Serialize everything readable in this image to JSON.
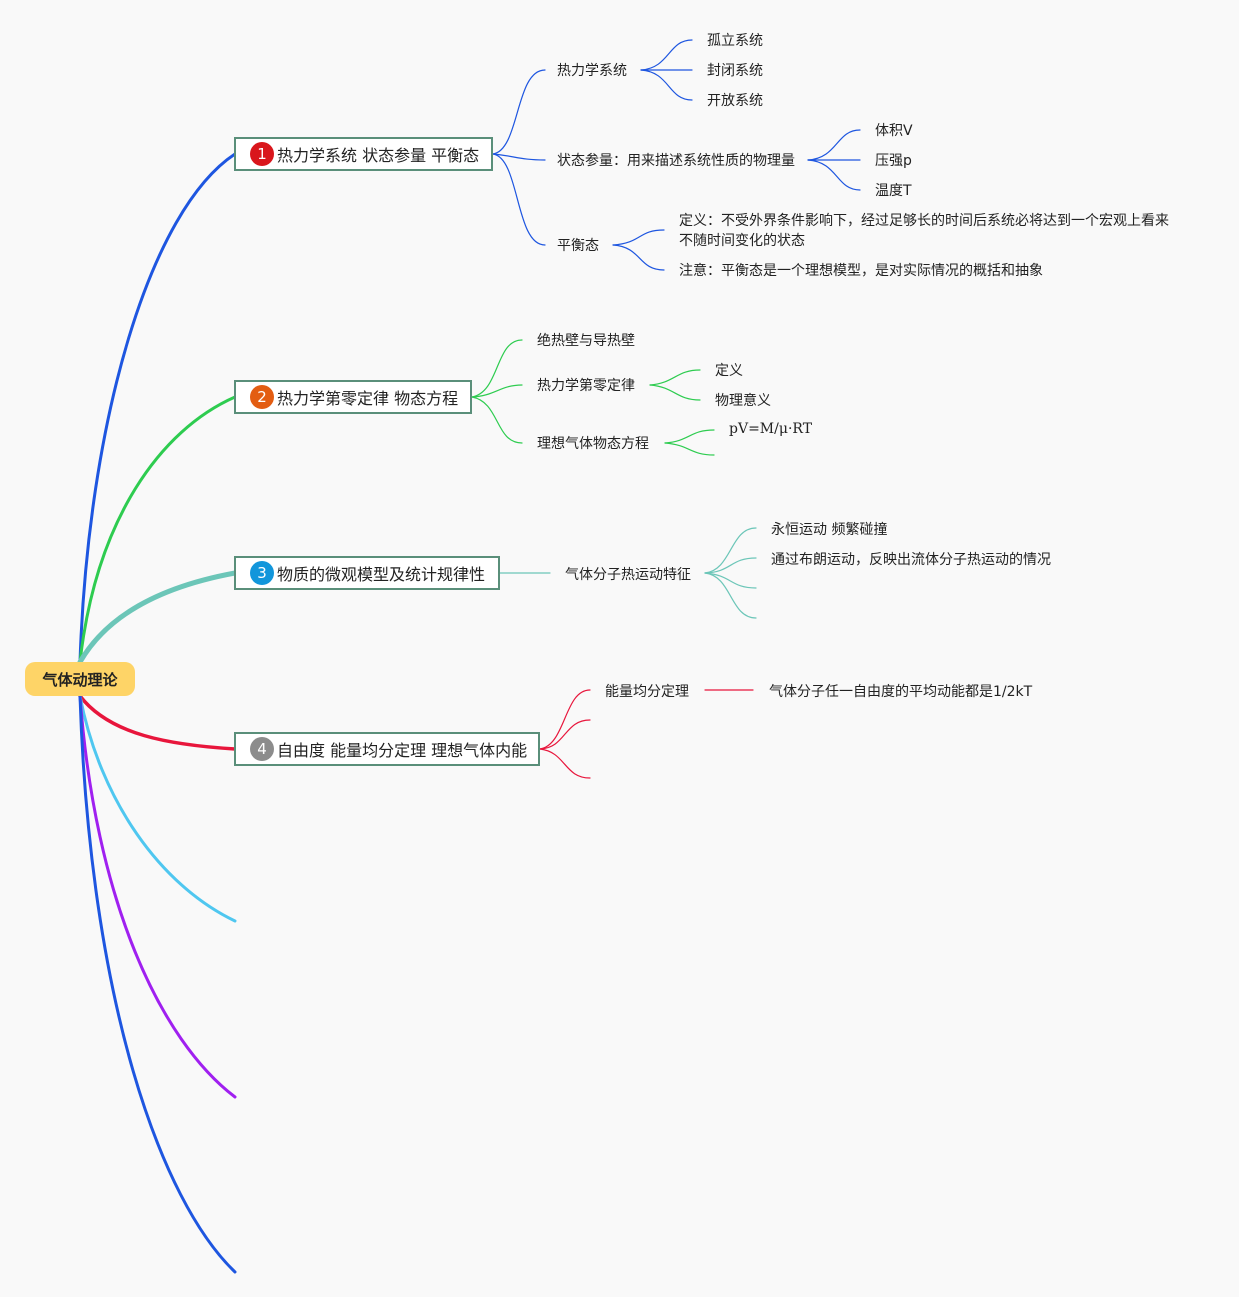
{
  "root": {
    "label": "气体动理论"
  },
  "colors": {
    "branch1": "#1e56e0",
    "branch2": "#2ecc50",
    "branch3": "#6cc6b8",
    "branch4": "#e8163c",
    "branch5": "#4fc7f0",
    "branch6": "#a020f0",
    "branch7": "#1e56e0",
    "badge1": "#d9161c",
    "badge2": "#e35d12",
    "badge3": "#1296db",
    "badge4": "#8c8c8c"
  },
  "topics": [
    {
      "badge": "1",
      "label": "热力学系统 状态参量 平衡态",
      "children": [
        {
          "label": "热力学系统",
          "children": [
            "孤立系统",
            "封闭系统",
            "开放系统"
          ]
        },
        {
          "label": "状态参量：用来描述系统性质的物理量",
          "children": [
            "体积V",
            "压强p",
            "温度T"
          ]
        },
        {
          "label": "平衡态",
          "children": [
            "定义：不受外界条件影响下，经过足够长的时间后系统必将达到一个宏观上看来不随时间变化的状态",
            "注意：平衡态是一个理想模型，是对实际情况的概括和抽象"
          ]
        }
      ]
    },
    {
      "badge": "2",
      "label": "热力学第零定律 物态方程",
      "children": [
        {
          "label": "绝热壁与导热壁",
          "children": []
        },
        {
          "label": "热力学第零定律",
          "children": [
            "定义",
            "物理意义"
          ]
        },
        {
          "label": "理想气体物态方程",
          "children": [
            "pV=M/μ·RT"
          ]
        }
      ]
    },
    {
      "badge": "3",
      "label": "物质的微观模型及统计规律性",
      "children": [
        {
          "label": "气体分子热运动特征",
          "children": [
            "永恒运动 频繁碰撞",
            "通过布朗运动，反映出流体分子热运动的情况"
          ]
        }
      ]
    },
    {
      "badge": "4",
      "label": "自由度 能量均分定理 理想气体内能",
      "children": [
        {
          "label": "能量均分定理",
          "children": [
            "气体分子任一自由度的平均动能都是1/2kT"
          ]
        }
      ]
    }
  ]
}
